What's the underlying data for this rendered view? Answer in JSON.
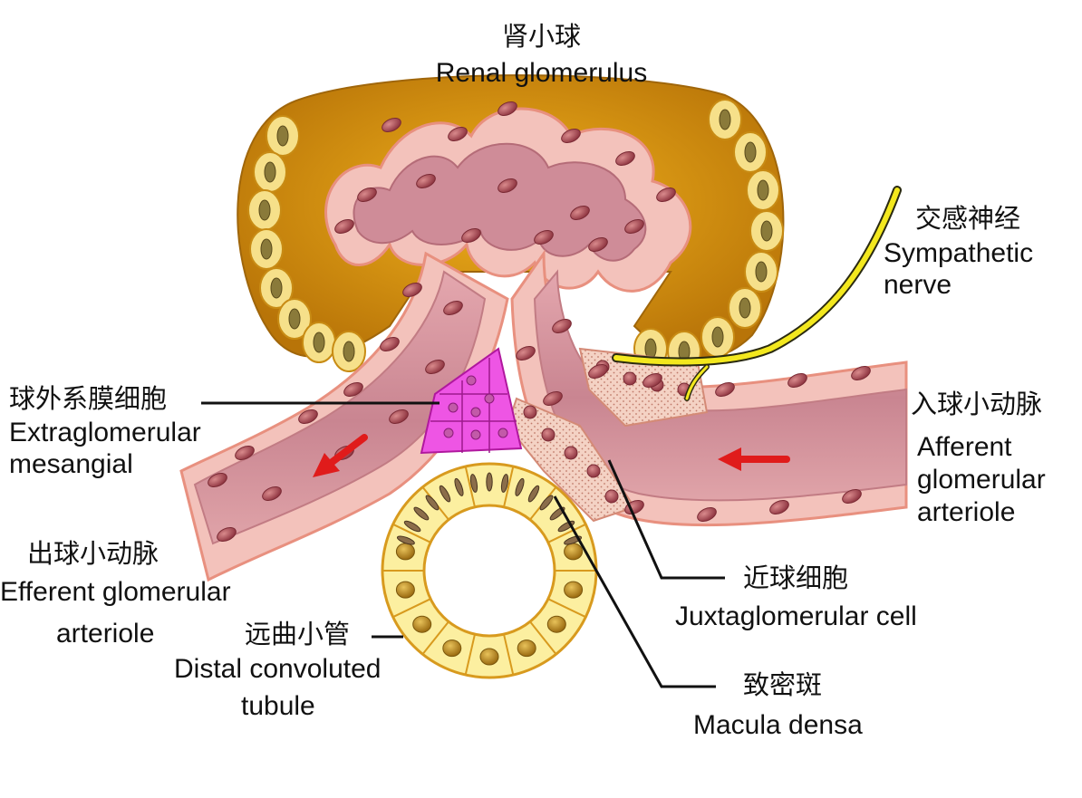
{
  "labels": {
    "renal_glomerulus": {
      "zh": "肾小球",
      "en": "Renal glomerulus"
    },
    "sympathetic_nerve": {
      "zh": "交感神经",
      "en_1": "Sympathetic",
      "en_2": "nerve"
    },
    "extraglomerular_mesangial": {
      "zh": "球外系膜细胞",
      "en_1": "Extraglomerular",
      "en_2": "mesangial"
    },
    "afferent_arteriole": {
      "zh": "入球小动脉",
      "en_1": "Afferent",
      "en_2": "glomerular",
      "en_3": "arteriole"
    },
    "efferent_arteriole": {
      "zh": "出球小动脉",
      "en_1": "Efferent glomerular",
      "en_2": "arteriole"
    },
    "juxtaglomerular_cell": {
      "zh": "近球细胞",
      "en": "Juxtaglomerular cell"
    },
    "distal_convoluted_tubule": {
      "zh": "远曲小管",
      "en_1": "Distal convoluted",
      "en_2": "tubule"
    },
    "macula_densa": {
      "zh": "致密斑",
      "en": "Macula densa"
    }
  },
  "colors": {
    "capsule_gold": "#d99a12",
    "capsule_cell": "#f6e08a",
    "vessel_lumen": "#cf8c98",
    "vessel_wall": "#f3c2bb",
    "vessel_outline": "#e8907f",
    "nucleus": "#a2454e",
    "mesangial": "#ee55e4",
    "tubule_cell": "#fcefa0",
    "tubule_outline": "#d89a1e",
    "nerve": "#f3e81e",
    "flow_arrow": "#e01b1b"
  },
  "icons": [
    "flow-arrow-icon"
  ]
}
